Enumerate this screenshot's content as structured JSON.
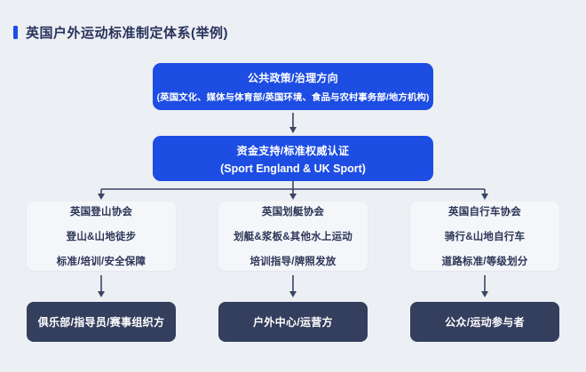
{
  "title": "英国户外运动标准制定体系(举例)",
  "colors": {
    "page_background": "#ECEFF3",
    "accent_blue": "#1D4DE3",
    "light_box": "#F4F6FA",
    "dark_navy": "#343E5D",
    "text_navy": "#2C3657",
    "title_navy": "#28325A",
    "arrow": "#3A4563",
    "box_text_white": "#FFFFFF"
  },
  "flow": {
    "policy": {
      "line1": "公共政策/治理方向",
      "line2": "(英国文化、媒体与体育部/英国环境、食品与农村事务部/地方机构)"
    },
    "funding": {
      "line1": "资金支持/标准权威认证",
      "line2": "(Sport England & UK Sport)"
    },
    "columns": [
      {
        "org": "英国登山协会",
        "scope": "登山&山地徒步",
        "role": "标准/培训/安全保障",
        "audience": "俱乐部/指导员/赛事组织方"
      },
      {
        "org": "英国划艇协会",
        "scope": "划艇&浆板&其他水上运动",
        "role": "培训指导/牌照发放",
        "audience": "户外中心/运营方"
      },
      {
        "org": "英国自行车协会",
        "scope": "骑行&山地自行车",
        "role": "道路标准/等级划分",
        "audience": "公众/运动参与者"
      }
    ]
  }
}
